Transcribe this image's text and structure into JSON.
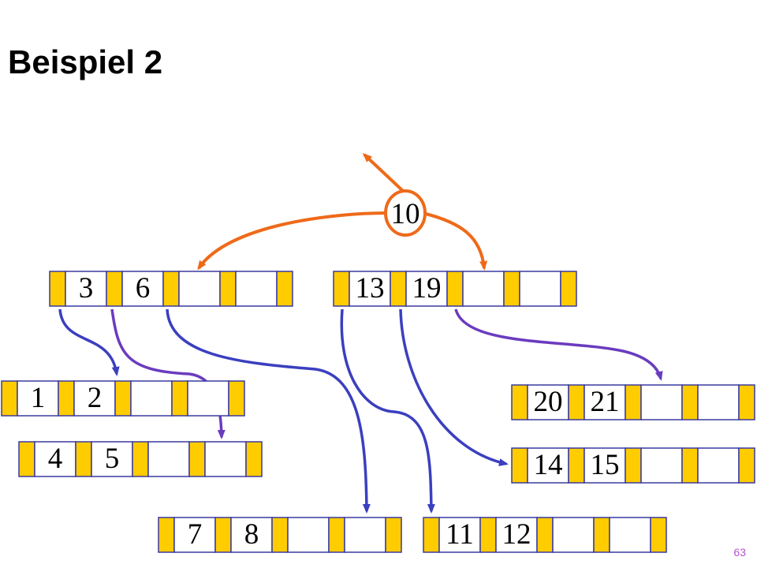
{
  "slide": {
    "title": "Beispiel 2",
    "page_number": "63"
  },
  "colors": {
    "pointer": "#ffcc00",
    "key_cell": "#ffffff",
    "border": "#3a3aa0",
    "root_arrow": "#ee6a1a",
    "child_arrow_a": "#3b3fbf",
    "child_arrow_b": "#6a3bbf"
  },
  "tree": {
    "root": {
      "key": "10"
    },
    "nodes": [
      {
        "id": "left",
        "keys": [
          "3",
          "6",
          "",
          ""
        ]
      },
      {
        "id": "right",
        "keys": [
          "13",
          "19",
          "",
          ""
        ]
      },
      {
        "id": "leaf-1-2",
        "keys": [
          "1",
          "2",
          "",
          ""
        ]
      },
      {
        "id": "leaf-4-5",
        "keys": [
          "4",
          "5",
          "",
          ""
        ]
      },
      {
        "id": "leaf-7-8",
        "keys": [
          "7",
          "8",
          "",
          ""
        ]
      },
      {
        "id": "leaf-11-12",
        "keys": [
          "11",
          "12",
          "",
          ""
        ]
      },
      {
        "id": "leaf-20-21",
        "keys": [
          "20",
          "21",
          "",
          ""
        ]
      },
      {
        "id": "leaf-14-15",
        "keys": [
          "14",
          "15",
          "",
          ""
        ]
      }
    ]
  }
}
